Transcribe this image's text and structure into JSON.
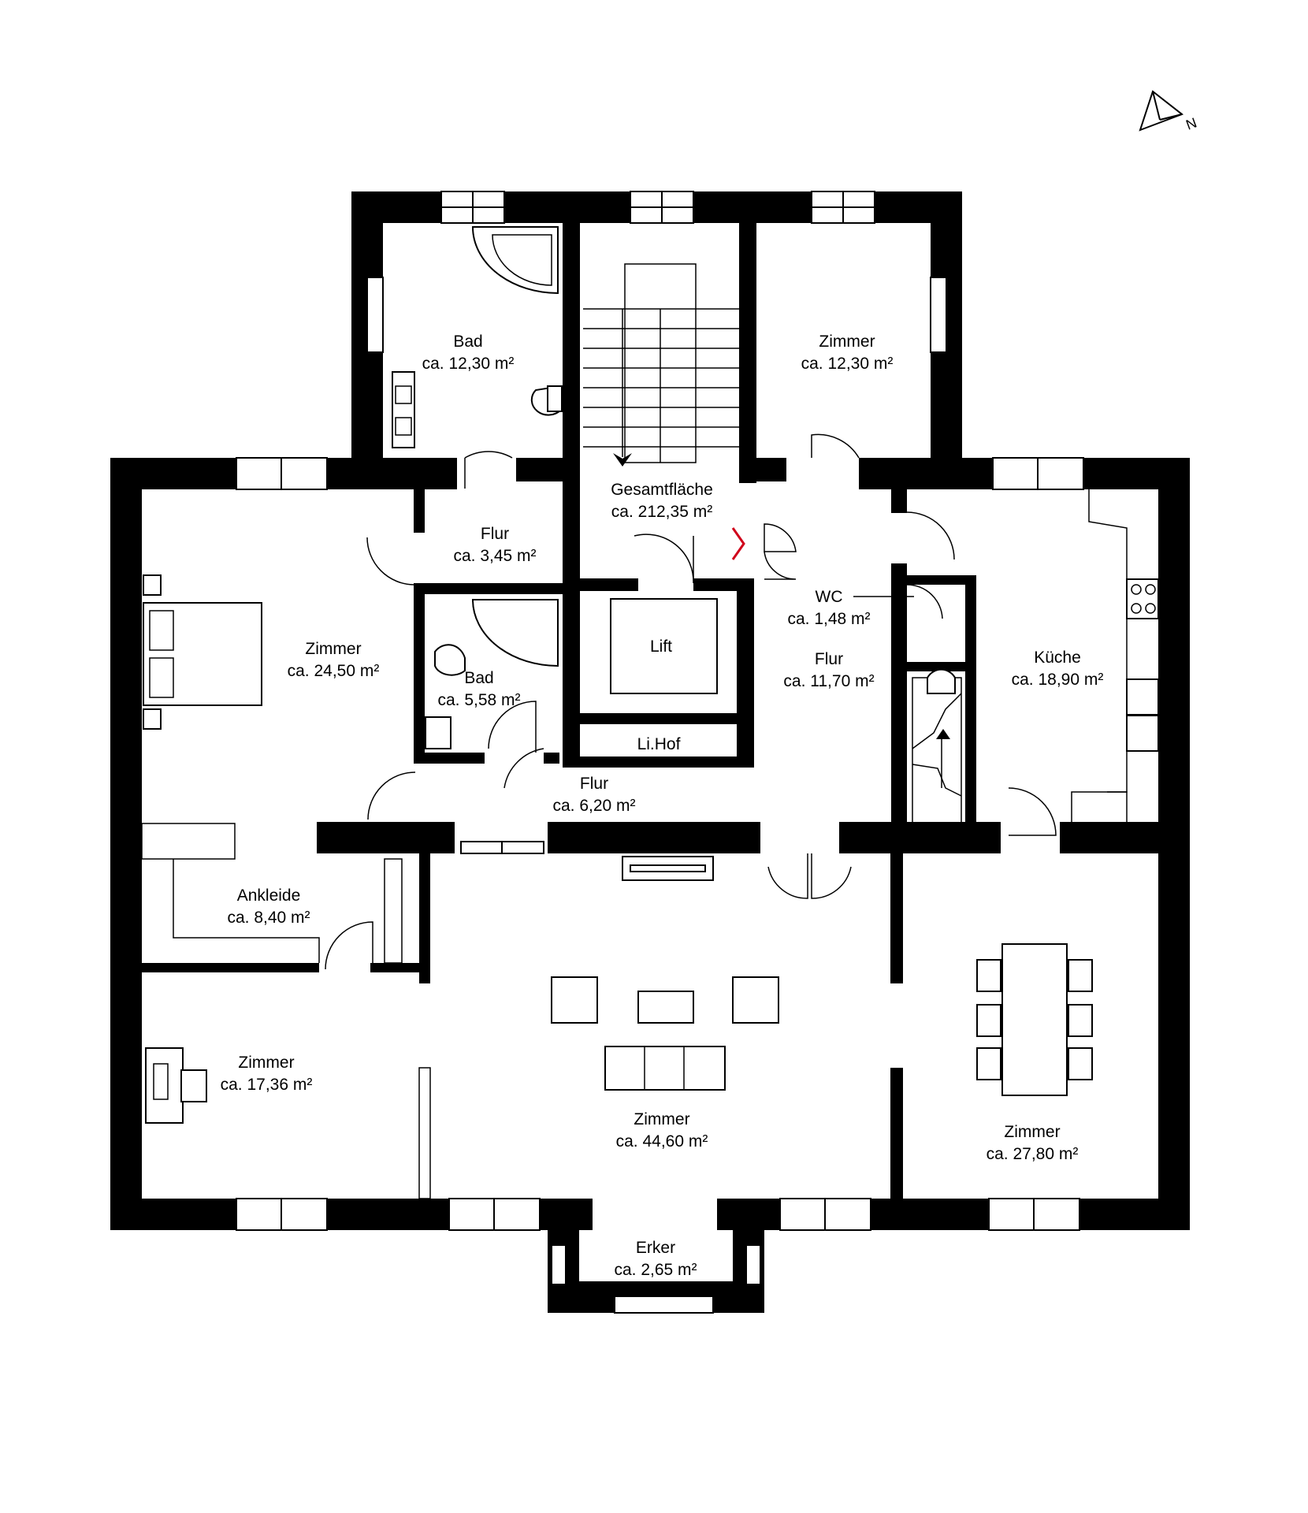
{
  "compass": {
    "label": "N",
    "icon": "north-arrow-icon"
  },
  "total": {
    "title": "Gesamtfläche",
    "area": "ca. 212,35 m²"
  },
  "rooms": [
    {
      "id": "bad-top",
      "name": "Bad",
      "area": "ca. 12,30 m²"
    },
    {
      "id": "zimmer-top",
      "name": "Zimmer",
      "area": "ca. 12,30 m²"
    },
    {
      "id": "flur-small",
      "name": "Flur",
      "area": "ca. 3,45 m²"
    },
    {
      "id": "zimmer-bed",
      "name": "Zimmer",
      "area": "ca. 24,50 m²"
    },
    {
      "id": "bad-small",
      "name": "Bad",
      "area": "ca. 5,58 m²"
    },
    {
      "id": "lift",
      "name": "Lift",
      "area": ""
    },
    {
      "id": "lihof",
      "name": "Li.Hof",
      "area": ""
    },
    {
      "id": "wc",
      "name": "WC",
      "area": "ca. 1,48 m²"
    },
    {
      "id": "flur-main",
      "name": "Flur",
      "area": "ca. 11,70 m²"
    },
    {
      "id": "kueche",
      "name": "Küche",
      "area": "ca. 18,90 m²"
    },
    {
      "id": "flur-mid",
      "name": "Flur",
      "area": "ca. 6,20 m²"
    },
    {
      "id": "ankleide",
      "name": "Ankleide",
      "area": "ca. 8,40 m²"
    },
    {
      "id": "zimmer-office",
      "name": "Zimmer",
      "area": "ca. 17,36 m²"
    },
    {
      "id": "zimmer-living",
      "name": "Zimmer",
      "area": "ca. 44,60 m²"
    },
    {
      "id": "zimmer-dining",
      "name": "Zimmer",
      "area": "ca. 27,80 m²"
    },
    {
      "id": "erker",
      "name": "Erker",
      "area": "ca. 2,65 m²"
    }
  ],
  "colors": {
    "wall": "#000000",
    "background": "#ffffff",
    "entrance_marker": "#d0021b"
  }
}
